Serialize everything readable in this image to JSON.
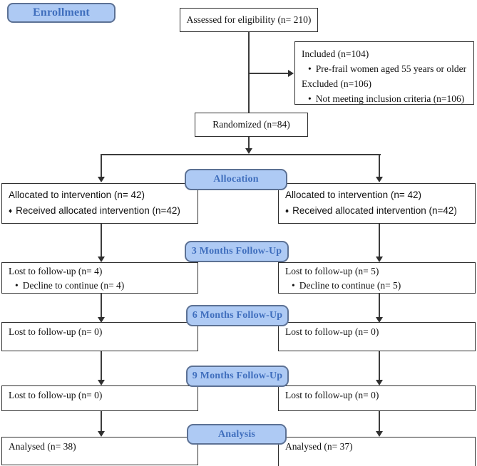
{
  "badges": {
    "enrollment": "Enrollment",
    "allocation": "Allocation",
    "followup3": "3 Months Follow-Up",
    "followup6": "6 Months Follow-Up",
    "followup9": "9 Months Follow-Up",
    "analysis": "Analysis"
  },
  "boxes": {
    "assessed": "Assessed for eligibility (n= 210)",
    "eligibility": {
      "line1": "Included (n=104)",
      "bullet_char": "•",
      "bullet1": "Pre-frail women aged 55 years or older",
      "line2": "Excluded (n=106)",
      "bullet2": "Not meeting inclusion criteria (n=106)"
    },
    "randomized": "Randomized (n=84)",
    "alloc_left": {
      "line1": "Allocated to intervention (n= 42)",
      "bullet_char": "♦",
      "bullet": "Received allocated intervention (n=42)"
    },
    "alloc_right": {
      "line1": "Allocated to intervention (n= 42)",
      "bullet_char": "♦",
      "bullet": "Received allocated intervention (n=42)"
    },
    "fu3_left": {
      "line1": "Lost to follow-up (n= 4)",
      "bullet_char": "•",
      "bullet": "Decline to continue (n= 4)"
    },
    "fu3_right": {
      "line1": "Lost to follow-up (n= 5)",
      "bullet_char": "•",
      "bullet": "Decline to continue (n= 5)"
    },
    "fu6_left": {
      "line1": "Lost to follow-up (n= 0)"
    },
    "fu6_right": {
      "line1": "Lost to follow-up (n= 0)"
    },
    "fu9_left": {
      "line1": "Lost to follow-up (n= 0)"
    },
    "fu9_right": {
      "line1": "Lost to follow-up (n= 0)"
    },
    "analysed_left": "Analysed (n= 38)",
    "analysed_right": "Analysed (n= 37)"
  },
  "colors": {
    "badge_fill": "#aecaf4",
    "badge_border": "#5c7194",
    "badge_text": "#3f6ebd",
    "box_border": "#2f2f2f",
    "line": "#3c3c3c"
  }
}
